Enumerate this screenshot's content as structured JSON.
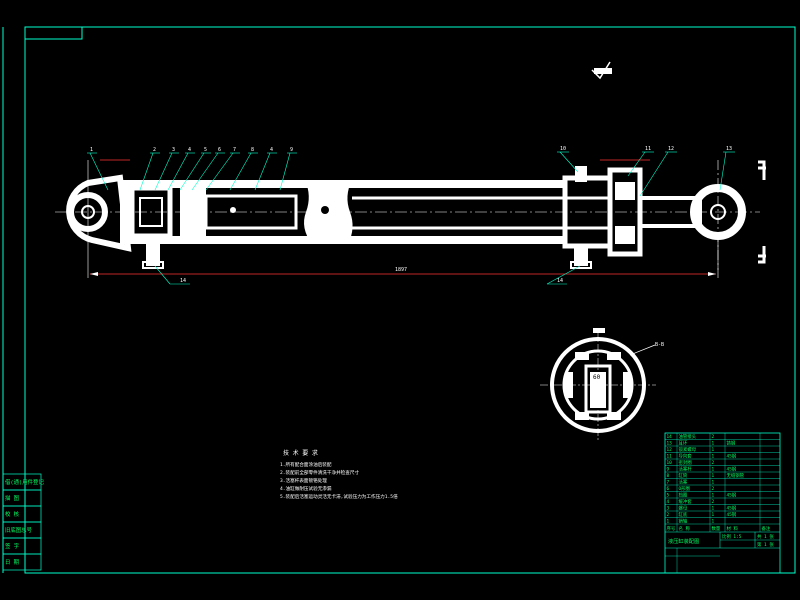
{
  "colors": {
    "background": "#000000",
    "frame": "#00ffcc",
    "part": "#ffffff",
    "leader": "#00ffcc",
    "dim": "#ff3333",
    "table_line": "#00ffcc",
    "table_text": "#00ff66"
  },
  "balloons_top": [
    "1",
    "2",
    "3",
    "4",
    "5",
    "6",
    "7",
    "8",
    "4",
    "9"
  ],
  "balloons_right": [
    "10",
    "11",
    "12",
    "13"
  ],
  "balloons_bottom": [
    "14",
    "14"
  ],
  "overall_length": "1897",
  "section_mark": "B-B",
  "detail_center": "60",
  "tech_notes": {
    "heading": "技 术 要 求",
    "lines": [
      "1.所有配合面涂油后装配",
      "2.装配前全部零件清洗干净并检查尺寸",
      "3.活塞杆表面镀铬处理",
      "4.油缸做耐压试验无渗漏",
      "5.装配后活塞运动灵活无卡滞,试验压力为工作压力1.5倍"
    ]
  },
  "left_strip": [
    {
      "label": "借(通)用件登记"
    },
    {
      "label": "描 图"
    },
    {
      "label": "校 核"
    },
    {
      "label": "旧底图总号"
    },
    {
      "label": "签 字"
    },
    {
      "label": "日 期"
    }
  ],
  "parts_table": {
    "rows": [
      {
        "no": "14",
        "name": "油管接头",
        "qty": "2",
        "material": "",
        "note": ""
      },
      {
        "no": "13",
        "name": "耳环",
        "qty": "1",
        "material": "铸钢",
        "note": ""
      },
      {
        "no": "12",
        "name": "锁紧螺母",
        "qty": "1",
        "material": "",
        "note": ""
      },
      {
        "no": "11",
        "name": "导向套",
        "qty": "1",
        "material": "45钢",
        "note": ""
      },
      {
        "no": "10",
        "name": "密封圈",
        "qty": "2",
        "material": "",
        "note": ""
      },
      {
        "no": "9",
        "name": "活塞杆",
        "qty": "1",
        "material": "45钢",
        "note": ""
      },
      {
        "no": "8",
        "name": "缸筒",
        "qty": "1",
        "material": "无缝钢管",
        "note": ""
      },
      {
        "no": "7",
        "name": "活塞",
        "qty": "1",
        "material": "",
        "note": ""
      },
      {
        "no": "6",
        "name": "O形圈",
        "qty": "2",
        "material": "",
        "note": ""
      },
      {
        "no": "5",
        "name": "挡圈",
        "qty": "1",
        "material": "45钢",
        "note": ""
      },
      {
        "no": "4",
        "name": "缓冲套",
        "qty": "2",
        "material": "",
        "note": ""
      },
      {
        "no": "3",
        "name": "螺母",
        "qty": "1",
        "material": "45钢",
        "note": ""
      },
      {
        "no": "2",
        "name": "缸底",
        "qty": "1",
        "material": "45钢",
        "note": ""
      },
      {
        "no": "1",
        "name": "销轴",
        "qty": "1",
        "material": "",
        "note": ""
      }
    ],
    "header": {
      "no": "序号",
      "name": "名 称",
      "qty": "数量",
      "material": "材 料",
      "note": "备注"
    },
    "title": "液压缸装配图",
    "scale_label": "比例",
    "scale_value": "1:5",
    "sheet_label": "共 1 张",
    "sheet_value": "第 1 张"
  }
}
